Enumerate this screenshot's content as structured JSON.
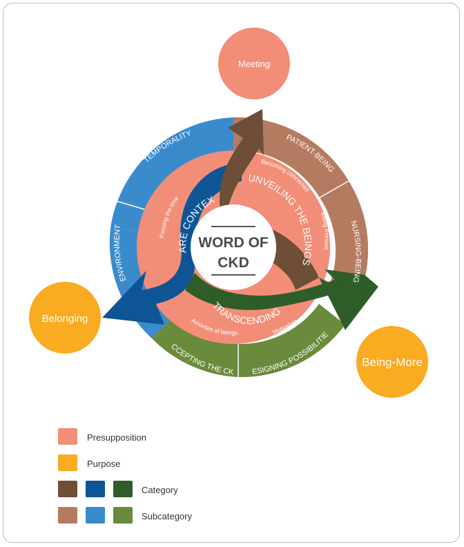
{
  "center": {
    "line1": "WORD OF",
    "line2": "CKD"
  },
  "purposes": {
    "top": "Meeting",
    "left": "Belonging",
    "right": "Being-More"
  },
  "categories": {
    "care_context": "CARE CONTEXT",
    "unveiling": "UNVEILING THE BEINGS",
    "transcending": "TRANSCENDING"
  },
  "subcategories": {
    "temporality": "TEMPORALITY",
    "environment": "ENVIRONMENT",
    "patient_being": "PATIENT-BEING",
    "nursing_being": "NURSING-BEING",
    "accepting": "ACCEPTING THE CKD",
    "designing": "DESIGNING POSSIBILITIES"
  },
  "presuppositions": {
    "passing_time": "Passing the time",
    "becoming_concerned": "Becoming concerned",
    "being_present": "Being Present",
    "anxieties": "Anxieties of beings",
    "motivating": "Motivating"
  },
  "legend": {
    "presupposition": "Presupposition",
    "purpose": "Purpose",
    "category": "Category",
    "subcategory": "Subcategory"
  },
  "colors": {
    "presupposition": "#f28e78",
    "purpose": "#f9ab22",
    "category_brown": "#6e4e36",
    "category_blue": "#0e5596",
    "category_green": "#2f5d2a",
    "sub_brown": "#b57b61",
    "sub_blue": "#3a8bcc",
    "sub_green": "#6a8a3c"
  }
}
